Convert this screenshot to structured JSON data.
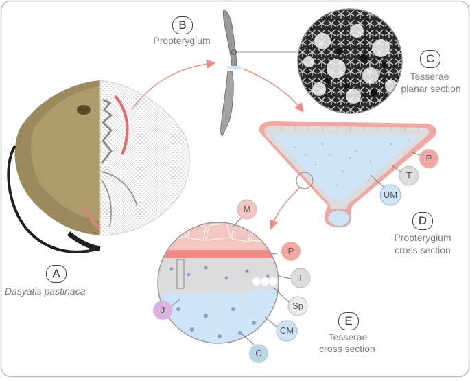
{
  "panels": {
    "a": {
      "letter": "A",
      "caption": "Dasyatis pastinaca"
    },
    "b": {
      "letter": "B",
      "caption": "Propterygium"
    },
    "c": {
      "letter": "C",
      "caption_line1": "Tesserae",
      "caption_line2": "planar section"
    },
    "d": {
      "letter": "D",
      "caption_line1": "Propterygium",
      "caption_line2": "cross section"
    },
    "e": {
      "letter": "E",
      "caption_line1": "Tesserae",
      "caption_line2": "cross section"
    }
  },
  "tags": {
    "p_d": "P",
    "t_d": "T",
    "um": "UM",
    "m": "M",
    "p_e": "P",
    "t_e": "T",
    "sp": "Sp",
    "cm": "CM",
    "c": "C",
    "j": "J"
  },
  "colors": {
    "perichondrium": "#f2a7a3",
    "cartilage": "#cfe4f7",
    "tesserae": "#dcdcdc",
    "tag_pink": "#f2a7a3",
    "tag_grey": "#dcdcdc",
    "tag_blue": "#cfe4f7",
    "tag_purple": "#d9b3dd",
    "tag_teal": "#b9d7e3",
    "arrow": "#ef8b86"
  }
}
